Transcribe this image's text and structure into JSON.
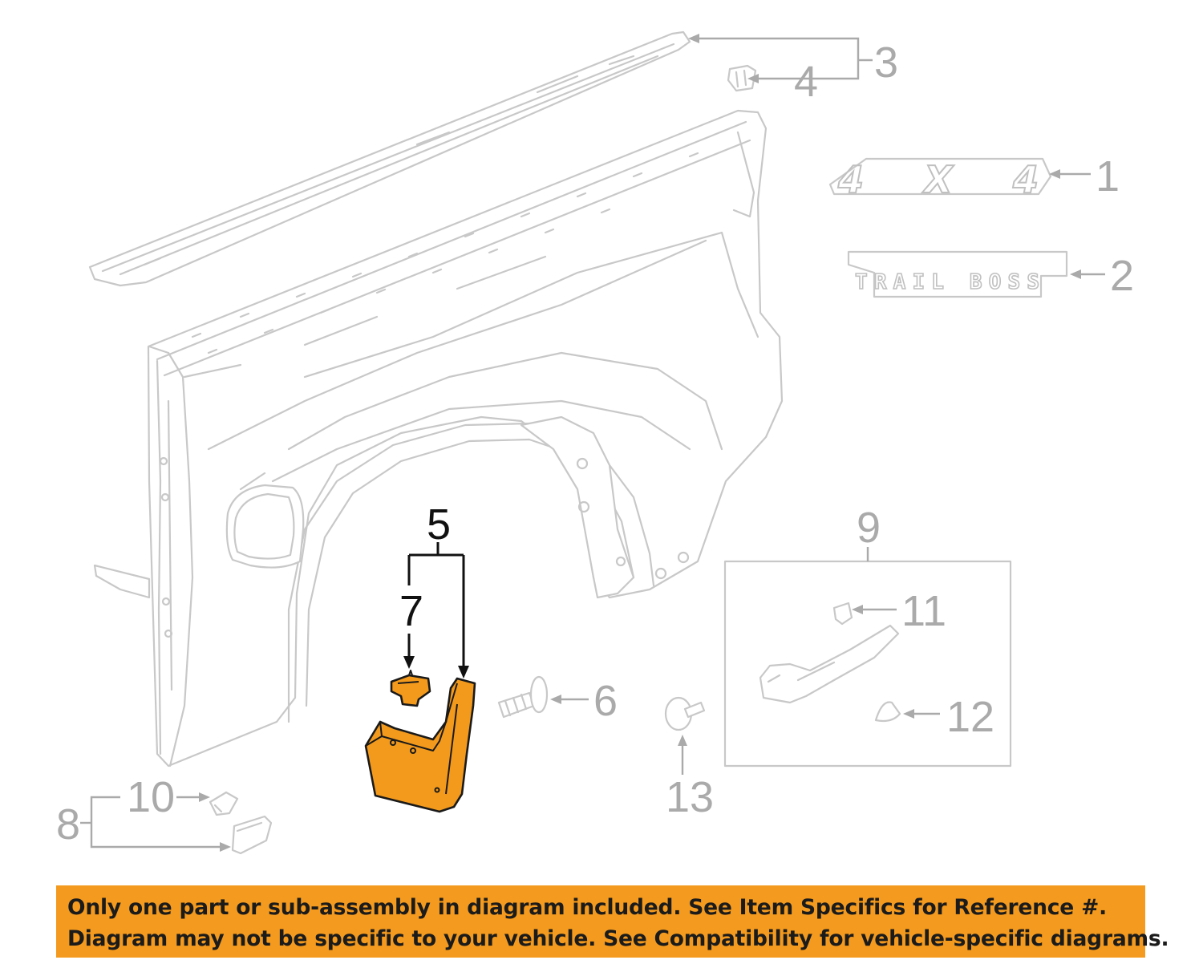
{
  "callouts": {
    "c1": "1",
    "c2": "2",
    "c3": "3",
    "c4": "4",
    "c5": "5",
    "c6": "6",
    "c7": "7",
    "c8": "8",
    "c9": "9",
    "c10": "10",
    "c11": "11",
    "c12": "12",
    "c13": "13"
  },
  "colors": {
    "highlight_part": "#f39a1c",
    "notice_banner": "#f49a1e",
    "ghost_lines": "#c8c8c8",
    "active_callout": "#111111"
  },
  "emblems": {
    "emblem_1_text": "4X4",
    "emblem_2_text": "TRAIL BOSS"
  },
  "notice": {
    "line1": "Only one part or sub-assembly in diagram included. See Item Specifics for Reference #.",
    "line2": "Diagram may not be specific to your vehicle. See Compatibility for vehicle-specific diagrams."
  }
}
